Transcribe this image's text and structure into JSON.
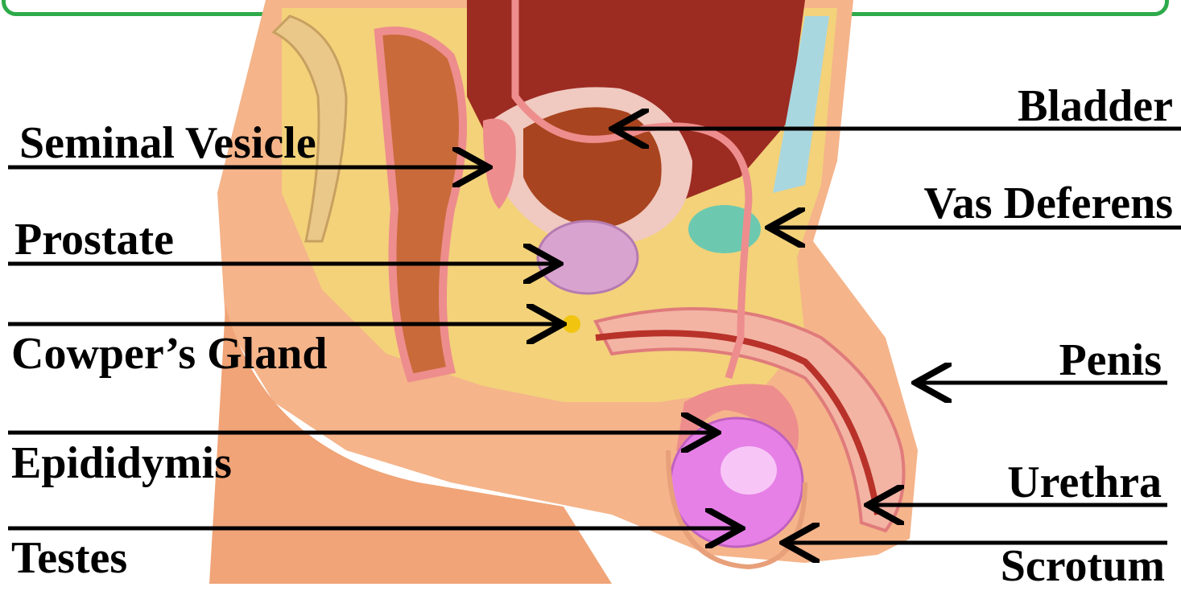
{
  "labels": {
    "seminal_vesicle": "Seminal Vesicle",
    "prostate": "Prostate",
    "cowpers_gland": "Cowper’s Gland",
    "epididymis": "Epididymis",
    "testes": "Testes",
    "bladder": "Bladder",
    "vas_deferens": "Vas Deferens",
    "penis": "Penis",
    "urethra": "Urethra",
    "scrotum": "Scrotum"
  },
  "colors": {
    "banner_border": "#2eaa4a",
    "skin": "#f2a77c",
    "fat": "#f3d27a",
    "rectum": "#c96a3a",
    "intestine": "#9c2b22",
    "bladder": "#a8441f",
    "prostate": "#d9a3d0",
    "testis": "#e680e6",
    "tissue": "#f08a8a",
    "pubic_bone": "#6cc9b0",
    "arrow": "#000000"
  }
}
